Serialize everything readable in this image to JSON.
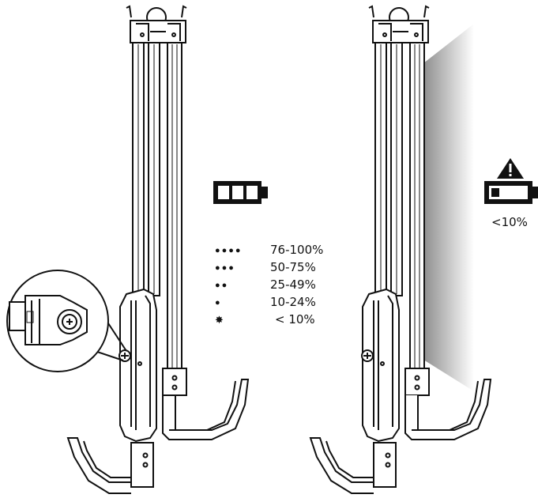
{
  "battery_levels": [
    {
      "indicator": "●●●●",
      "range": "76-100%"
    },
    {
      "indicator": "●●●",
      "range": "50-75%"
    },
    {
      "indicator": "●●",
      "range": "25-49%"
    },
    {
      "indicator": "●",
      "range": "10-24%"
    },
    {
      "indicator": "✸",
      "range": "< 10%"
    }
  ],
  "low_battery_label": "<10%",
  "icons": {
    "full": "battery-full-icon",
    "low": "battery-low-icon",
    "warning": "warning-triangle-icon"
  },
  "colors": {
    "line": "#111111",
    "shade": "#9a9a9a"
  }
}
